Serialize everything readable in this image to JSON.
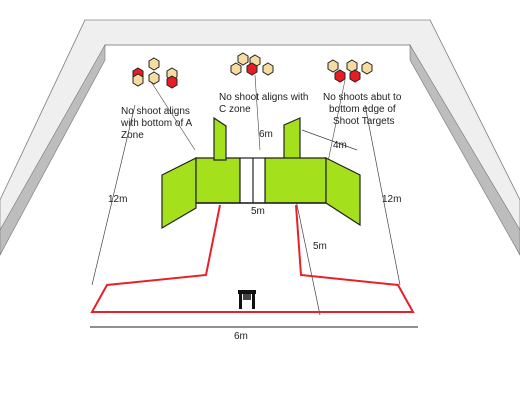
{
  "notes": {
    "left": [
      "No shoot aligns",
      "with bottom of A",
      "Zone"
    ],
    "middle": [
      "No shoot aligns with",
      "C zone"
    ],
    "right": [
      "No shoots abut to",
      "bottom edge of",
      "Shoot Targets"
    ]
  },
  "dimensions": {
    "depth_center": "6m",
    "wing": "4m",
    "left_side": "12m",
    "right_side": "12m",
    "front_walls": "5m",
    "fault_line": "5m",
    "bottom_width": "6m"
  },
  "colors": {
    "berm_side": "#c6c6c6",
    "berm_top": "#efefef",
    "wall": "#a4e01b",
    "fault_line": "#e8202a",
    "target": "#f6dca0",
    "no_shoot": "#e81c24"
  }
}
